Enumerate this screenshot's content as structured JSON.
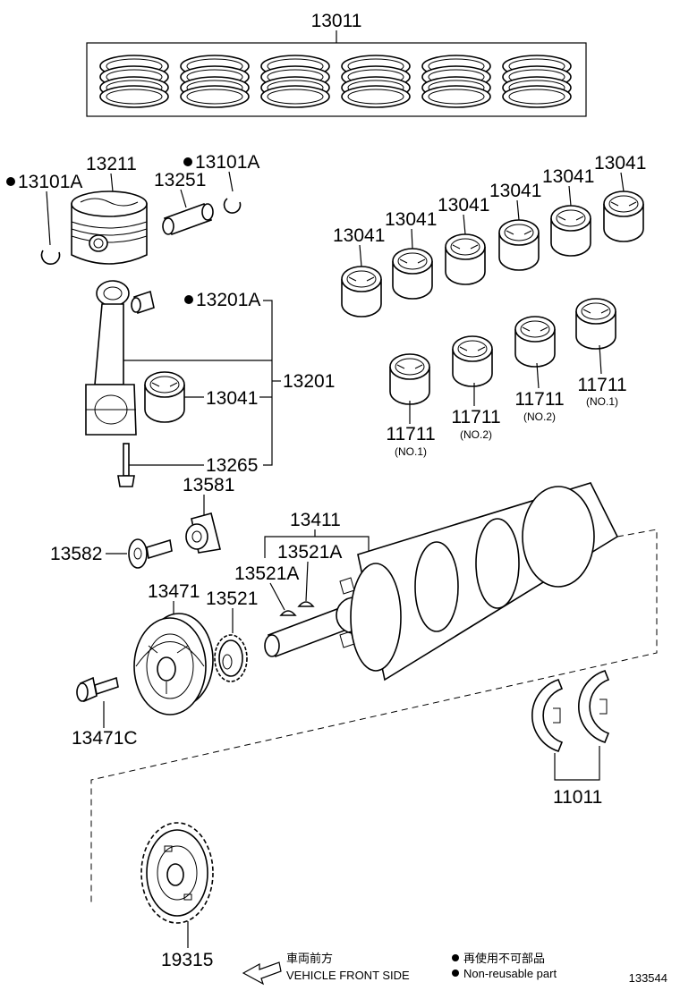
{
  "callouts": {
    "piston_ring_set": "13011",
    "piston": "13211",
    "piston_pin": "13251",
    "snap_ring_left": "13101A",
    "snap_ring_right": "13101A",
    "conrod_bushing": "13201A",
    "connecting_rod": "13201",
    "conrod_bearing": "13041",
    "conrod_bolt": "13265",
    "crank_bearing_1": "13041",
    "crank_bearing_2": "13041",
    "crank_bearing_3": "13041",
    "crank_bearing_4": "13041",
    "crank_bearing_5": "13041",
    "crank_bearing_6": "13041",
    "main_bearing_a": "11711",
    "main_bearing_a_note": "(NO.1)",
    "main_bearing_b": "11711",
    "main_bearing_b_note": "(NO.2)",
    "main_bearing_c": "11711",
    "main_bearing_c_note": "(NO.2)",
    "main_bearing_d": "11711",
    "main_bearing_d_note": "(NO.1)",
    "pulley_spacer": "13581",
    "pulley_bolt_washer": "13582",
    "crankshaft": "13411",
    "key_a": "13521A",
    "key_b": "13521A",
    "timing_gear": "13521",
    "crank_pulley": "13471",
    "pulley_bolt": "13471C",
    "thrust_washer": "11011",
    "sprocket": "19315"
  },
  "legend": {
    "front_jp": "車両前方",
    "front_en": "VEHICLE FRONT SIDE",
    "nonreuse_jp": "再使用不可部品",
    "nonreuse_en": "Non-reusable part"
  },
  "figure_id": "133544"
}
